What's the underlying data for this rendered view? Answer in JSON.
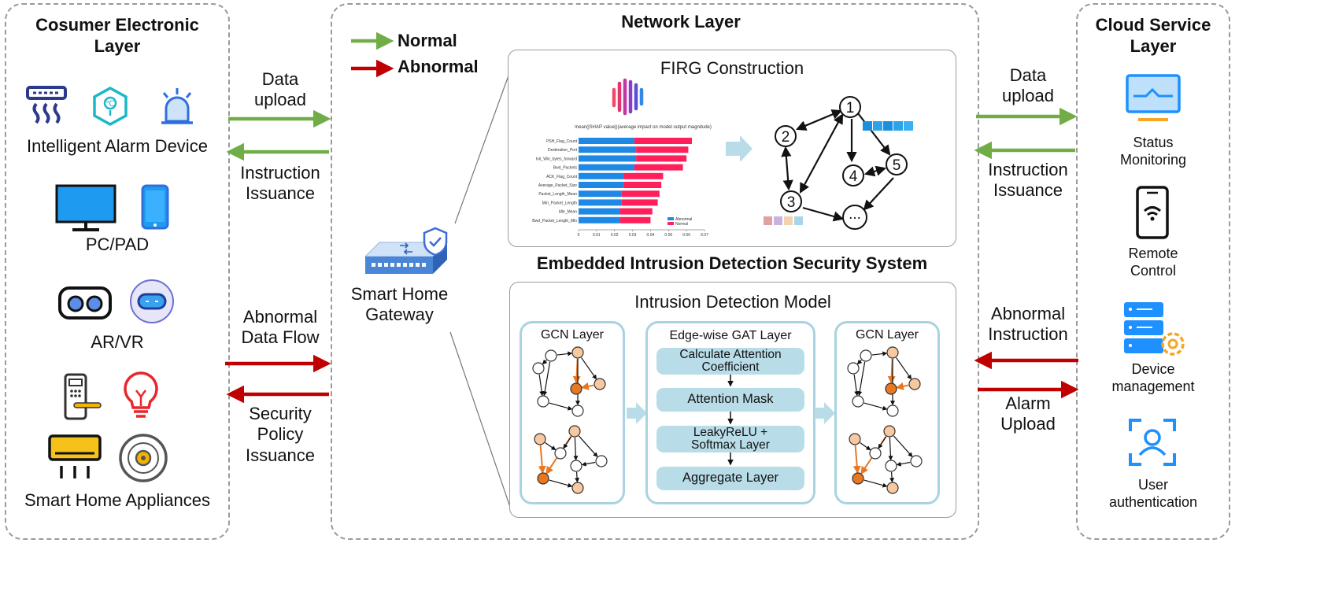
{
  "consumer": {
    "title_line1": "Cosumer Electronic",
    "title_line2": "Layer",
    "alarm_label": "Intelligent Alarm Device",
    "pc_label": "PC/PAD",
    "arvr_label": "AR/VR",
    "appliance_label": "Smart Home Appliances"
  },
  "left_flows": {
    "data_upload_1": "Data",
    "data_upload_2": "upload",
    "instruction_1": "Instruction",
    "instruction_2": "Issuance",
    "abnormal_1": "Abnormal",
    "abnormal_2": "Data Flow",
    "security_1": "Security",
    "security_2": "Policy",
    "security_3": "Issuance"
  },
  "network": {
    "title": "Network Layer",
    "legend_normal": "Normal",
    "legend_abnormal": "Abnormal",
    "gateway_1": "Smart Home",
    "gateway_2": "Gateway",
    "firg_title": "FIRG Construction",
    "shap_title": "mean(|SHAP value|)(average impact on model output magnitude)",
    "shap_features": [
      "PSH_Flag_Count",
      "Destination_Port",
      "Init_Win_bytes_forward",
      "Bwd_Packets",
      "ACK_Flag_Count",
      "Average_Packet_Size",
      "Packet_Length_Mean",
      "Min_Packet_Length",
      "Idle_Mean",
      "Bwd_Packet_Length_Min"
    ],
    "shap_abnormal": [
      0.031,
      0.032,
      0.032,
      0.031,
      0.025,
      0.025,
      0.024,
      0.024,
      0.023,
      0.023
    ],
    "shap_normal": [
      0.032,
      0.029,
      0.028,
      0.027,
      0.022,
      0.021,
      0.021,
      0.02,
      0.018,
      0.017
    ],
    "shap_ticks": [
      "0",
      "0.01",
      "0.02",
      "0.03",
      "0.04",
      "0.05",
      "0.06",
      "0.07"
    ],
    "shap_legend_abnormal": "Abnormal",
    "shap_legend_normal": "Normal",
    "graph_nodes": [
      "1",
      "2",
      "3",
      "4",
      "5",
      "..."
    ],
    "embedded_title": "Embedded Intrusion Detection Security System",
    "ids_title": "Intrusion Detection Model",
    "gcn_left": "GCN Layer",
    "gat_title": "Edge-wise GAT Layer",
    "gat_step1_1": "Calculate Attention",
    "gat_step1_2": "Coefficient",
    "gat_step2": "Attention Mask",
    "gat_step3_1": "LeakyReLU +",
    "gat_step3_2": "Softmax Layer",
    "gat_step4": "Aggregate Layer",
    "gcn_right": "GCN Layer"
  },
  "right_flows": {
    "data_upload_1": "Data",
    "data_upload_2": "upload",
    "instruction_1": "Instruction",
    "instruction_2": "Issuance",
    "abnormal_1": "Abnormal",
    "abnormal_2": "Instruction",
    "alarm_1": "Alarm",
    "alarm_2": "Upload"
  },
  "cloud": {
    "title_line1": "Cloud Service",
    "title_line2": "Layer",
    "status_1": "Status",
    "status_2": "Monitoring",
    "remote_1": "Remote",
    "remote_2": "Control",
    "device_1": "Device",
    "device_2": "management",
    "user_1": "User",
    "user_2": "authentication"
  },
  "colors": {
    "normal_arrow": "#70ad47",
    "abnormal_arrow": "#c00000",
    "icon_blue": "#1e90ff",
    "bar_blue": "#1e88e5",
    "bar_pink": "#ff1f5b",
    "node_orange": "#e87722",
    "node_peach": "#f8c9a0",
    "light_blue": "#b9dde8"
  }
}
